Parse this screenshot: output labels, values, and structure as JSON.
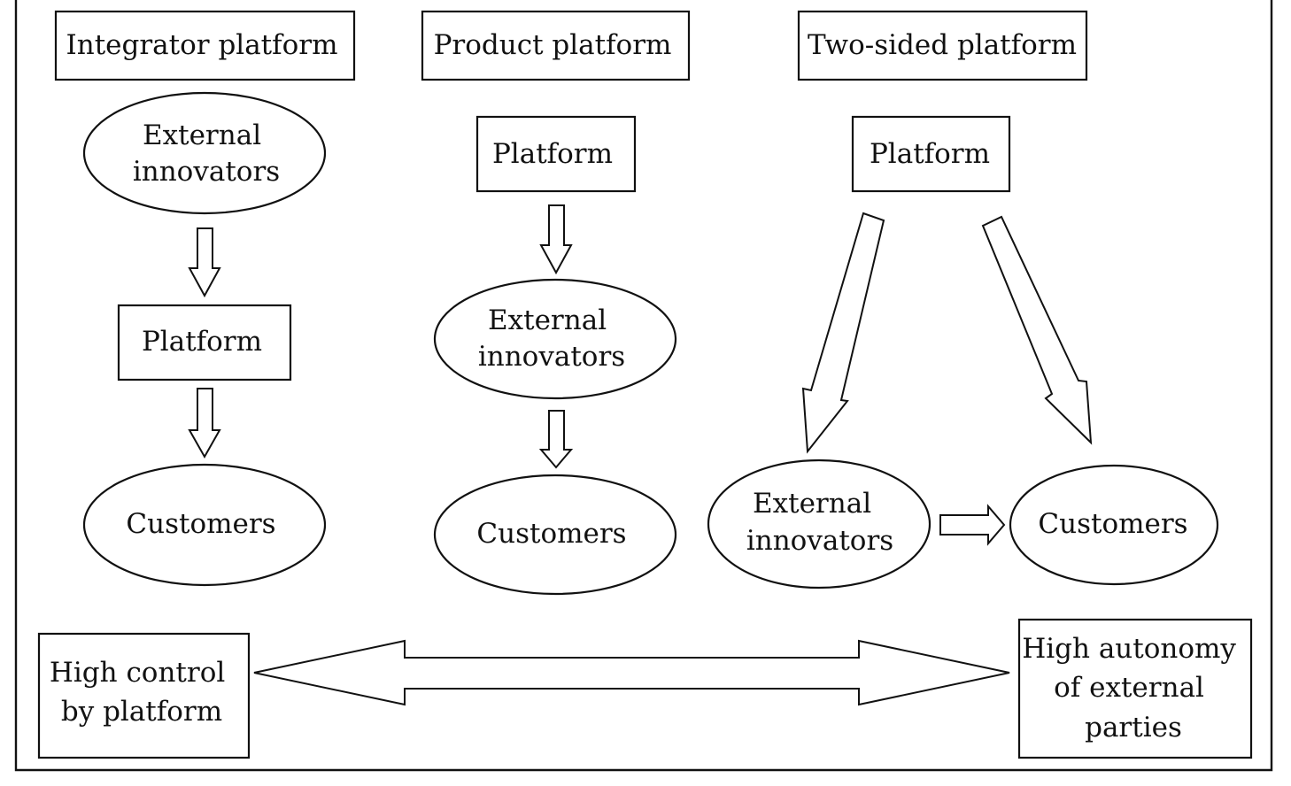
{
  "columns": {
    "integrator": {
      "title": "Integrator platform",
      "top": [
        "External",
        "innovators"
      ],
      "middle": "Platform",
      "bottom": "Customers"
    },
    "product": {
      "title": "Product platform",
      "top": "Platform",
      "middle": [
        "External",
        "innovators"
      ],
      "bottom": "Customers"
    },
    "two_sided": {
      "title": "Two-sided platform",
      "top": "Platform",
      "left": [
        "External",
        "innovators"
      ],
      "right": "Customers"
    }
  },
  "spectrum": {
    "left": [
      "High control",
      "by platform"
    ],
    "right": [
      "High autonomy",
      "of external",
      "parties"
    ]
  },
  "colors": {
    "stroke": "#111111",
    "fill": "#ffffff"
  }
}
